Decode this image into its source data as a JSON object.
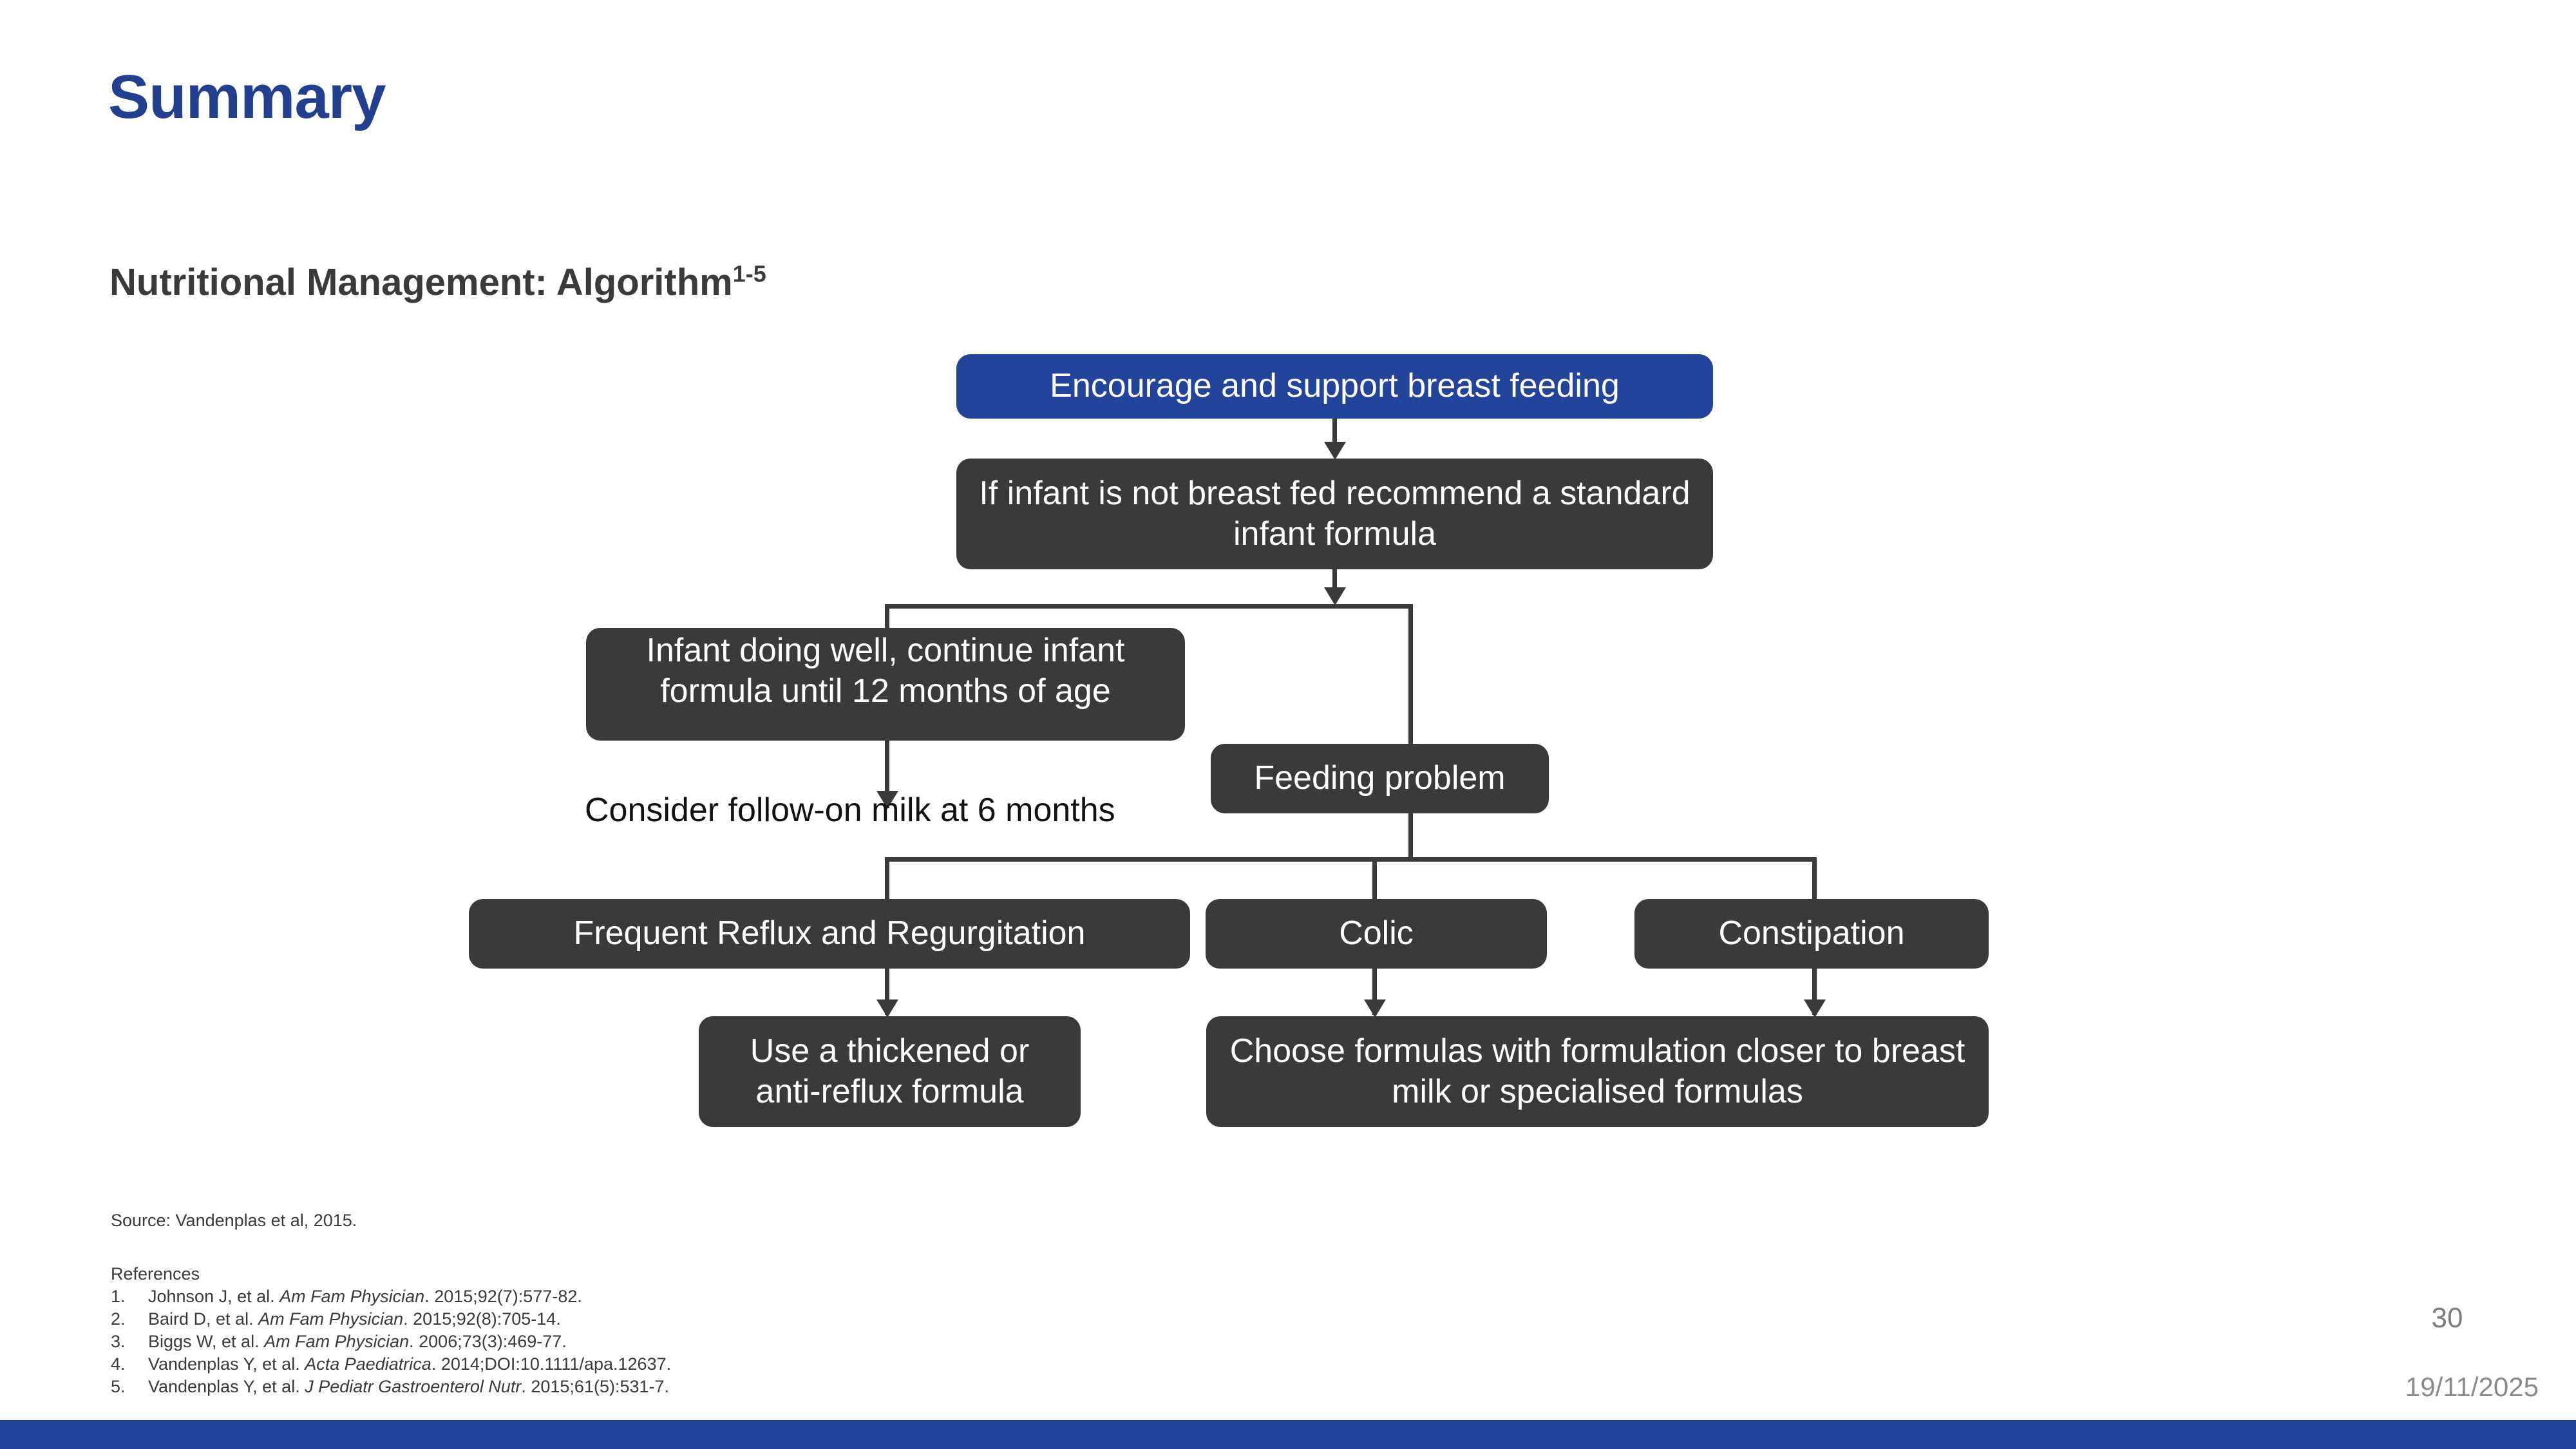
{
  "slide": {
    "title": "Summary",
    "subtitle_text": "Nutritional Management: Algorithm",
    "subtitle_superscript": "1-5",
    "page_number": "30",
    "date": "19/11/2025",
    "accent_color": "#22459b",
    "node_color": "#3b3a3a",
    "title_color": "#22408f"
  },
  "flowchart": {
    "type": "flowchart",
    "nodes": [
      {
        "id": "breastfeed",
        "label": "Encourage and support breast feeding",
        "style": "accent"
      },
      {
        "id": "standard",
        "label": "If infant is not breast fed recommend a standard infant formula",
        "style": "dark"
      },
      {
        "id": "doing-well",
        "label": "Infant doing well, continue infant formula until 12 months of age",
        "style": "dark"
      },
      {
        "id": "feeding-problem",
        "label": "Feeding problem",
        "style": "dark"
      },
      {
        "id": "reflux",
        "label": "Frequent Reflux and Regurgitation",
        "style": "dark"
      },
      {
        "id": "colic",
        "label": "Colic",
        "style": "dark"
      },
      {
        "id": "constipation",
        "label": "Constipation",
        "style": "dark"
      },
      {
        "id": "thickened",
        "label": "Use a thickened or anti-reflux formula",
        "style": "dark"
      },
      {
        "id": "closer",
        "label": "Choose formulas with formulation closer to breast milk or specialised formulas",
        "style": "dark"
      }
    ],
    "plain_labels": [
      {
        "id": "follow-on",
        "label": "Consider follow-on milk at 6 months"
      }
    ],
    "edges": [
      {
        "from": "breastfeed",
        "to": "standard"
      },
      {
        "from": "standard",
        "to": "doing-well"
      },
      {
        "from": "standard",
        "to": "feeding-problem"
      },
      {
        "from": "doing-well",
        "to": "follow-on"
      },
      {
        "from": "feeding-problem",
        "to": "reflux"
      },
      {
        "from": "feeding-problem",
        "to": "colic"
      },
      {
        "from": "feeding-problem",
        "to": "constipation"
      },
      {
        "from": "reflux",
        "to": "thickened"
      },
      {
        "from": "colic",
        "to": "closer"
      },
      {
        "from": "constipation",
        "to": "closer"
      }
    ]
  },
  "footnotes": {
    "source": "Source: Vandenplas et al, 2015.",
    "references_heading": "References",
    "references": [
      {
        "num": "1.",
        "authors": "Johnson J, et al. ",
        "journal": "Am Fam Physician",
        "citation": ". 2015;92(7):577-82."
      },
      {
        "num": "2.",
        "authors": "Baird D, et al. ",
        "journal": "Am Fam Physician",
        "citation": ". 2015;92(8):705-14."
      },
      {
        "num": "3.",
        "authors": "Biggs W, et al. ",
        "journal": "Am Fam Physician",
        "citation": ". 2006;73(3):469-77."
      },
      {
        "num": "4.",
        "authors": "Vandenplas Y, et al. ",
        "journal": "Acta Paediatrica",
        "citation": ". 2014;DOI:10.1111/apa.12637."
      },
      {
        "num": "5.",
        "authors": "Vandenplas Y, et al. ",
        "journal": "J Pediatr Gastroenterol Nutr",
        "citation": ". 2015;61(5):531-7."
      }
    ]
  }
}
